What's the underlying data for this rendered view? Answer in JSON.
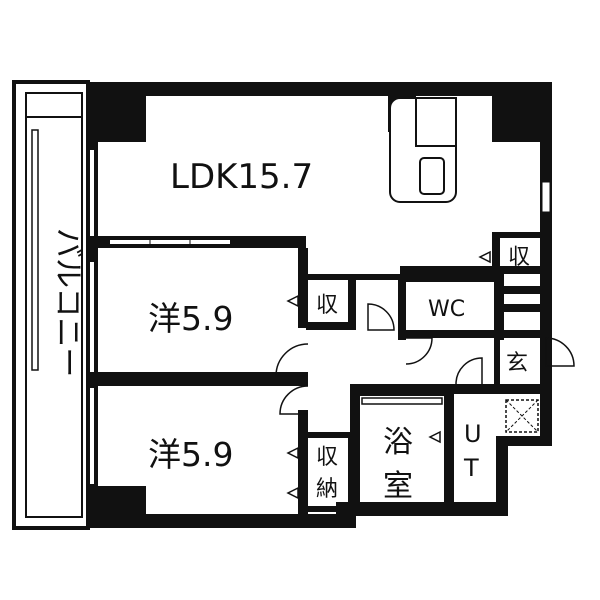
{
  "rooms": {
    "ldk": "LDK15.7",
    "western_top": "洋5.9",
    "western_bottom": "洋5.9",
    "wc": "WC",
    "entrance": "玄",
    "bath_line1": "浴",
    "bath_line2": "室",
    "ut_line1": "U",
    "ut_line2": "T",
    "balcony": "バルコニー"
  },
  "storage": {
    "kitchen": "収",
    "western_top": "収",
    "western_bottom_line1": "収",
    "western_bottom_line2": "納"
  },
  "colors": {
    "wall": "#111111",
    "background": "#ffffff"
  }
}
